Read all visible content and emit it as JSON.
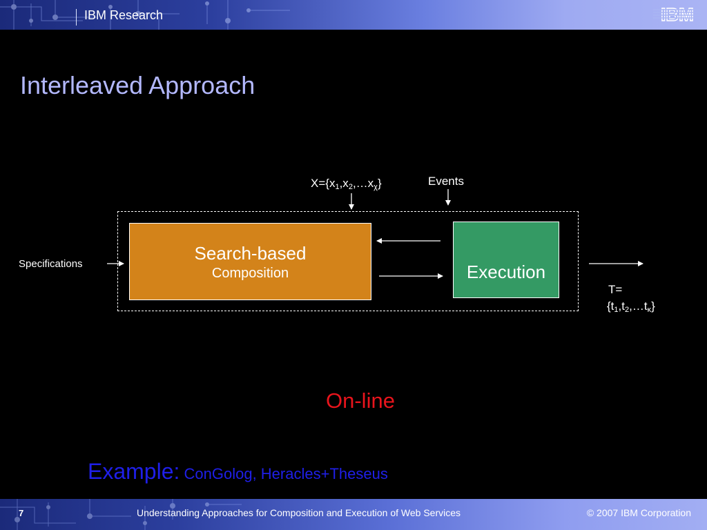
{
  "header": {
    "brand": "IBM Research",
    "logo": "IBM"
  },
  "slide": {
    "title": "Interleaved Approach",
    "diagram": {
      "search_box": {
        "line1": "Search-based",
        "line2": "Composition"
      },
      "execution_box": {
        "label": "Execution"
      },
      "specifications_label": "Specifications",
      "x_label": {
        "prefix": "X={x",
        "s1": "1",
        "mid1": ",x",
        "s2": "2",
        "mid2": ",…x",
        "s3": "χ",
        "suffix": "}"
      },
      "events_label": "Events",
      "t_label": {
        "line1": "T=",
        "prefix": "{t",
        "s1": "1",
        "mid1": ",t",
        "s2": "2",
        "mid2": ",…t",
        "s3": "κ",
        "suffix": "}"
      }
    },
    "online_label": "On-line",
    "example": {
      "lead": "Example:",
      "body": " ConGolog, Heracles+Theseus"
    }
  },
  "footer": {
    "page_number": "7",
    "title": "Understanding Approaches for Composition and Execution of Web Services",
    "copyright": "© 2007 IBM Corporation"
  },
  "colors": {
    "title": "#b3b8ff",
    "search_box": "#d3831a",
    "execution_box": "#349a64",
    "online": "#e8141c",
    "example": "#1f1fe8"
  }
}
